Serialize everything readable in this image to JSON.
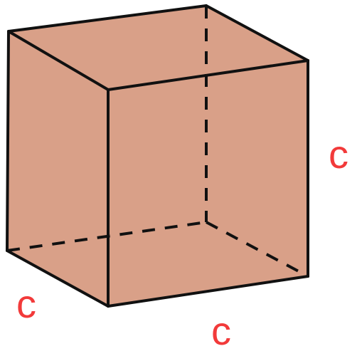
{
  "diagram": {
    "shape": "cube",
    "colors": {
      "face_fill": "#D9A088",
      "edge_stroke": "#111111",
      "label_color": "#F23A3A"
    },
    "labels": {
      "right_edge": "c",
      "front_bottom_edge": "c",
      "left_bottom_edge": "c"
    }
  }
}
